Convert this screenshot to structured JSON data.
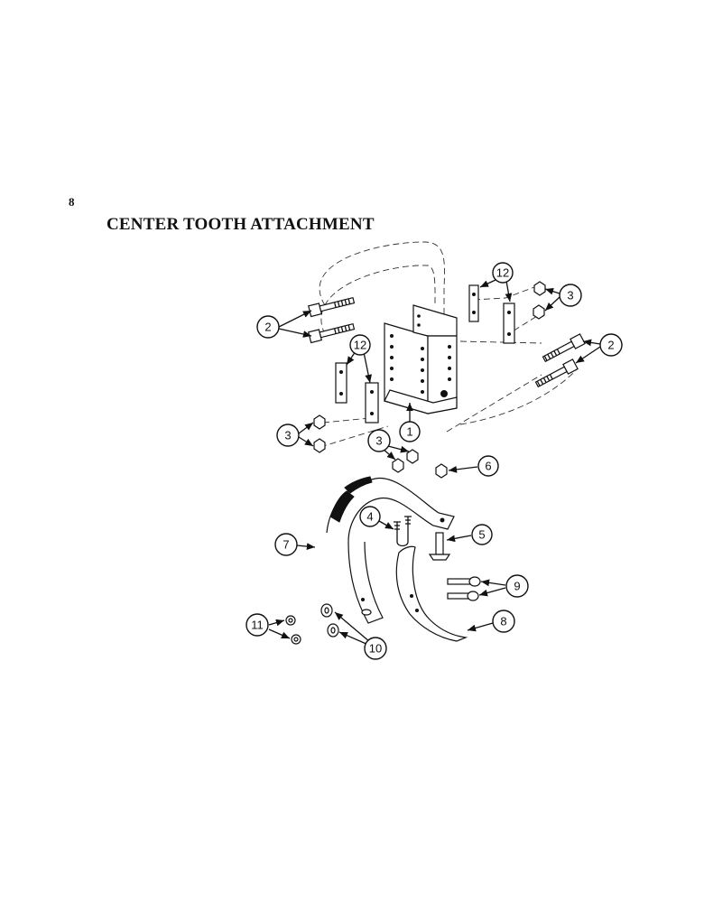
{
  "page": {
    "number": "8",
    "title": "CENTER TOOTH ATTACHMENT"
  },
  "callouts": [
    {
      "id": "c1",
      "label": "1"
    },
    {
      "id": "c2a",
      "label": "2"
    },
    {
      "id": "c2b",
      "label": "2"
    },
    {
      "id": "c3a",
      "label": "3"
    },
    {
      "id": "c3b",
      "label": "3"
    },
    {
      "id": "c3c",
      "label": "3"
    },
    {
      "id": "c4",
      "label": "4"
    },
    {
      "id": "c5",
      "label": "5"
    },
    {
      "id": "c6",
      "label": "6"
    },
    {
      "id": "c7",
      "label": "7"
    },
    {
      "id": "c8",
      "label": "8"
    },
    {
      "id": "c9",
      "label": "9"
    },
    {
      "id": "c10",
      "label": "10"
    },
    {
      "id": "c11",
      "label": "11"
    },
    {
      "id": "c12a",
      "label": "12"
    },
    {
      "id": "c12b",
      "label": "12"
    }
  ]
}
